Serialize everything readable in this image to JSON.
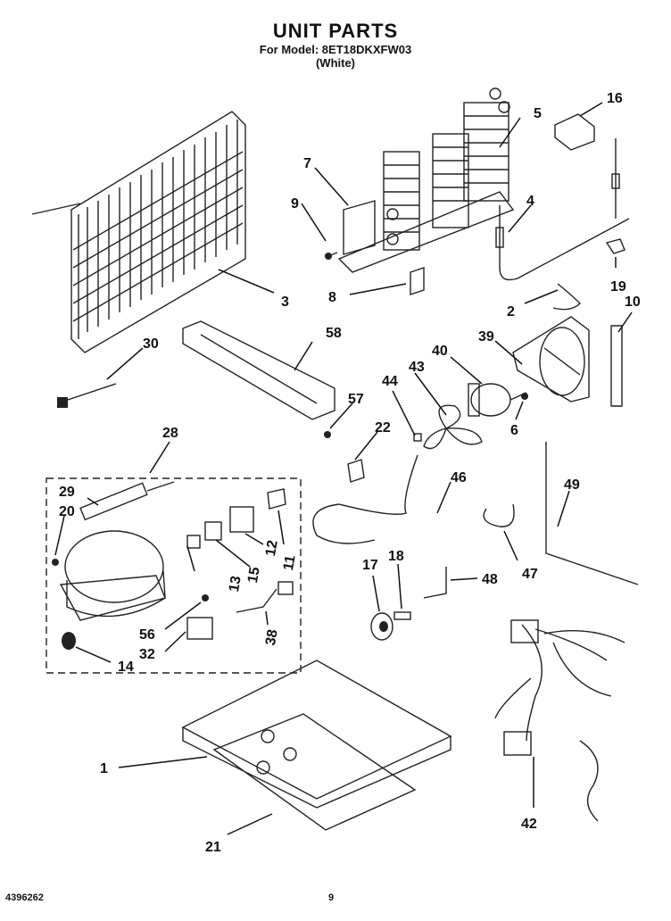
{
  "header": {
    "title": "UNIT PARTS",
    "model_line": "For Model: 8ET18DKXFW03",
    "color_line": "(White)"
  },
  "footer": {
    "doc_number": "4396262",
    "page_number": "9"
  },
  "callouts": {
    "c1": "1",
    "c2": "2",
    "c3": "3",
    "c4": "4",
    "c5": "5",
    "c6": "6",
    "c7": "7",
    "c8": "8",
    "c9": "9",
    "c10": "10",
    "c11": "11",
    "c12": "12",
    "c13": "13",
    "c14": "14",
    "c15": "15",
    "c16": "16",
    "c17": "17",
    "c18": "18",
    "c19": "19",
    "c20": "20",
    "c21": "21",
    "c22": "22",
    "c28": "28",
    "c29": "29",
    "c30": "30",
    "c32": "32",
    "c38": "38",
    "c39": "39",
    "c40": "40",
    "c42": "42",
    "c43": "43",
    "c44": "44",
    "c46": "46",
    "c47": "47",
    "c48": "48",
    "c49": "49",
    "c56": "56",
    "c57": "57",
    "c58": "58"
  }
}
